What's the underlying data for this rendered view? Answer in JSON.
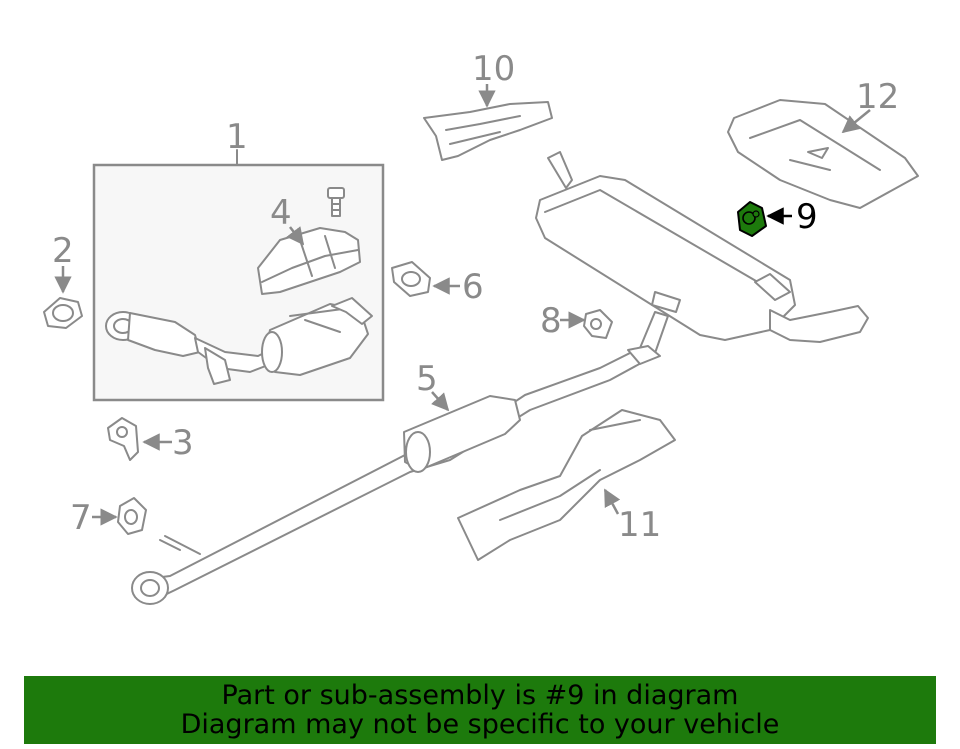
{
  "colors": {
    "line": "#8a8a8a",
    "highlight_part": "#1d7a0c",
    "banner_background": "#1d7a0c",
    "group_box_fill": "#f7f7f7"
  },
  "callouts": {
    "p1": "1",
    "p2": "2",
    "p3": "3",
    "p4": "4",
    "p5": "5",
    "p6": "6",
    "p7": "7",
    "p8": "8",
    "p9": "9",
    "p10": "10",
    "p11": "11",
    "p12": "12"
  },
  "highlighted_part": "9",
  "banner": {
    "line1": "Part or sub-assembly is #9 in diagram",
    "line2": "Diagram may not be specific to your vehicle"
  }
}
